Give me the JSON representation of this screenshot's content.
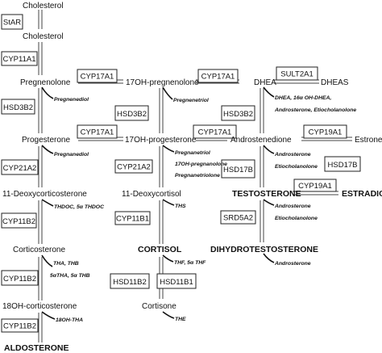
{
  "metabolites": {
    "cholesterol_top": "Cholesterol",
    "cholesterol": "Cholesterol",
    "pregnenolone": "Pregnenolone",
    "oh_pregnenolone": "17OH-pregnenolone",
    "dhea": "DHEA",
    "dheas": "DHEAS",
    "progesterone": "Progesterone",
    "oh_progesterone": "17OH-progesterone",
    "androstenedione": "Androstenedione",
    "estrone": "Estrone",
    "deoxycorticosterone": "11-Deoxycorticosterone",
    "deoxycortisol": "11-Deoxycortisol",
    "testosterone": "TESTOSTERONE",
    "estradiol": "ESTRADIOL",
    "corticosterone": "Corticosterone",
    "cortisol": "CORTISOL",
    "dht": "DIHYDROTESTOSTERONE",
    "oh_corticosterone": "18OH-corticosterone",
    "cortisone": "Cortisone",
    "aldosterone": "ALDOSTERONE"
  },
  "enzymes": {
    "star": "StAR",
    "cyp11a1": "CYP11A1",
    "cyp17a1_a": "CYP17A1",
    "cyp17a1_b": "CYP17A1",
    "sult2a1": "SULT2A1",
    "hsd3b2_a": "HSD3B2",
    "hsd3b2_b": "HSD3B2",
    "hsd3b2_c": "HSD3B2",
    "cyp17a1_c": "CYP17A1",
    "cyp17a1_d": "CYP17A1",
    "cyp19a1_a": "CYP19A1",
    "cyp21a2_a": "CYP21A2",
    "cyp21a2_b": "CYP21A2",
    "hsd17b_a": "HSD17B",
    "hsd17b_b": "HSD17B",
    "cyp19a1_b": "CYP19A1",
    "cyp11b2_a": "CYP11B2",
    "cyp11b1": "CYP11B1",
    "srd5a2": "SRD5A2",
    "cyp11b2_b": "CYP11B2",
    "hsd11b2": "HSD11B2",
    "hsd11b1": "HSD11B1",
    "cyp11b2_c": "CYP11B2"
  },
  "urinary_metabolites": {
    "pregnenediol": "Pregnenediol",
    "pregnenetriol": "Pregnenetriol",
    "dhea_metabolites_1": "DHEA, 16α OH-DHEA,",
    "dhea_metabolites_2": "Androsterone, Etiocholanolone",
    "pregnanediol": "Pregnanediol",
    "pregnanetriol": "Pregnanetriol",
    "pregnanolone": "17OH-pregnanolone",
    "pregnanetriolone": "Pregnanetriolone",
    "androsterone_1": "Androsterone",
    "etiocholanolone_1": "Etiocholanolone",
    "thdoc": "THDOC, 5α THDOC",
    "ths": "THS",
    "androsterone_2": "Androsterone",
    "etiocholanolone_2": "Etiocholanolone",
    "tha_thb": "THA, THB",
    "tha_thb_5a": "5αTHA, 5α THB",
    "thf": "THF, 5α THF",
    "androsterone_3": "Androsterone",
    "oh_tha": "18OH-THA",
    "the": "THE"
  }
}
